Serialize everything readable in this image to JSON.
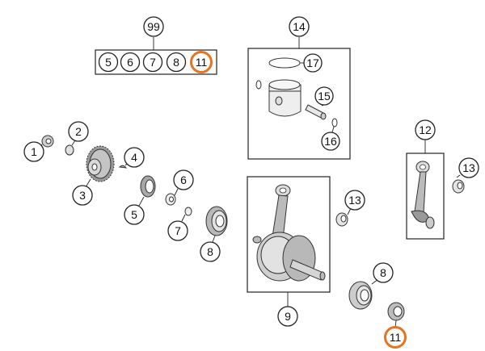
{
  "diagram": {
    "highlight_color": "#e8731f",
    "kit": {
      "label": "99",
      "items": [
        "5",
        "6",
        "7",
        "8",
        "11"
      ],
      "highlighted": "11"
    },
    "piston_group": {
      "label": "14",
      "items": [
        "17",
        "15",
        "16"
      ]
    },
    "conrod_group": {
      "label": "12"
    },
    "crankshaft_group": {
      "label": "9"
    },
    "callouts": {
      "c1": "1",
      "c2": "2",
      "c3": "3",
      "c4": "4",
      "c5": "5",
      "c6": "6",
      "c7": "7",
      "c8a": "8",
      "c13a": "13",
      "c13b": "13",
      "c8b": "8",
      "c11b": "11"
    }
  }
}
